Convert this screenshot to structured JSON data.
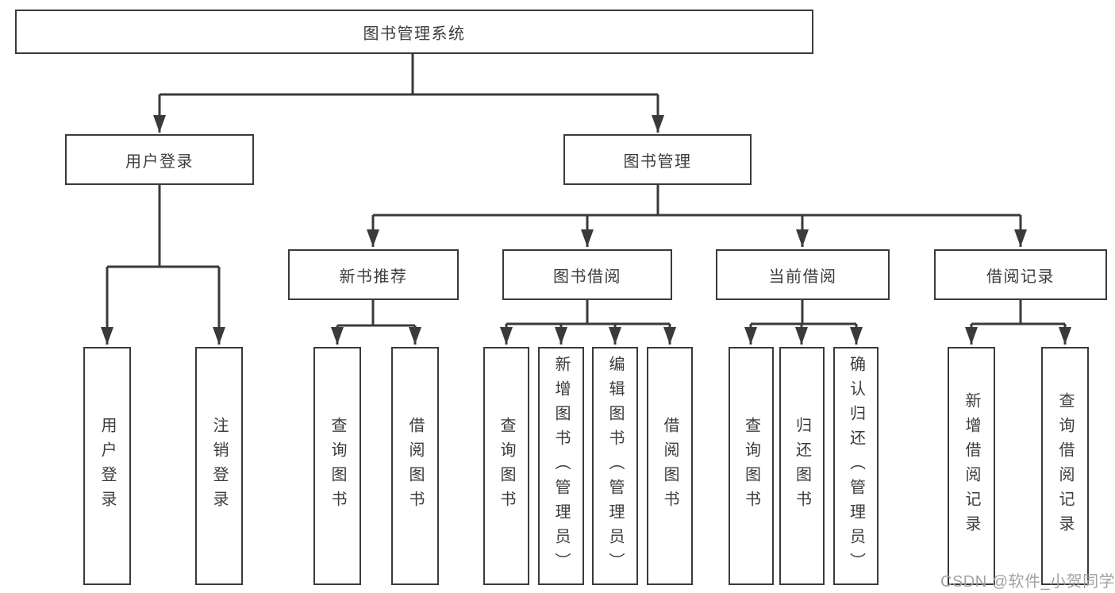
{
  "diagram": {
    "root": {
      "label": "图书管理系统"
    },
    "branches": [
      {
        "label": "用户登录",
        "children": [
          {
            "label": "用户登录"
          },
          {
            "label": "注销登录"
          }
        ]
      },
      {
        "label": "图书管理",
        "children": [
          {
            "label": "新书推荐",
            "children": [
              {
                "label": "查询图书"
              },
              {
                "label": "借阅图书"
              }
            ]
          },
          {
            "label": "图书借阅",
            "children": [
              {
                "label": "查询图书"
              },
              {
                "label": "新增图书（管理员）"
              },
              {
                "label": "编辑图书（管理员）"
              },
              {
                "label": "借阅图书"
              }
            ]
          },
          {
            "label": "当前借阅",
            "children": [
              {
                "label": "查询图书"
              },
              {
                "label": "归还图书"
              },
              {
                "label": "确认归还（管理员）"
              }
            ]
          },
          {
            "label": "借阅记录",
            "children": [
              {
                "label": "新增借阅记录"
              },
              {
                "label": "查询借阅记录"
              }
            ]
          }
        ]
      }
    ],
    "watermark": "CSDN @软件_小贺同学",
    "colors": {
      "line": "#3a3a3a",
      "text": "#3c3c3c",
      "watermark": "#a3a3a3",
      "background": "#ffffff"
    }
  }
}
